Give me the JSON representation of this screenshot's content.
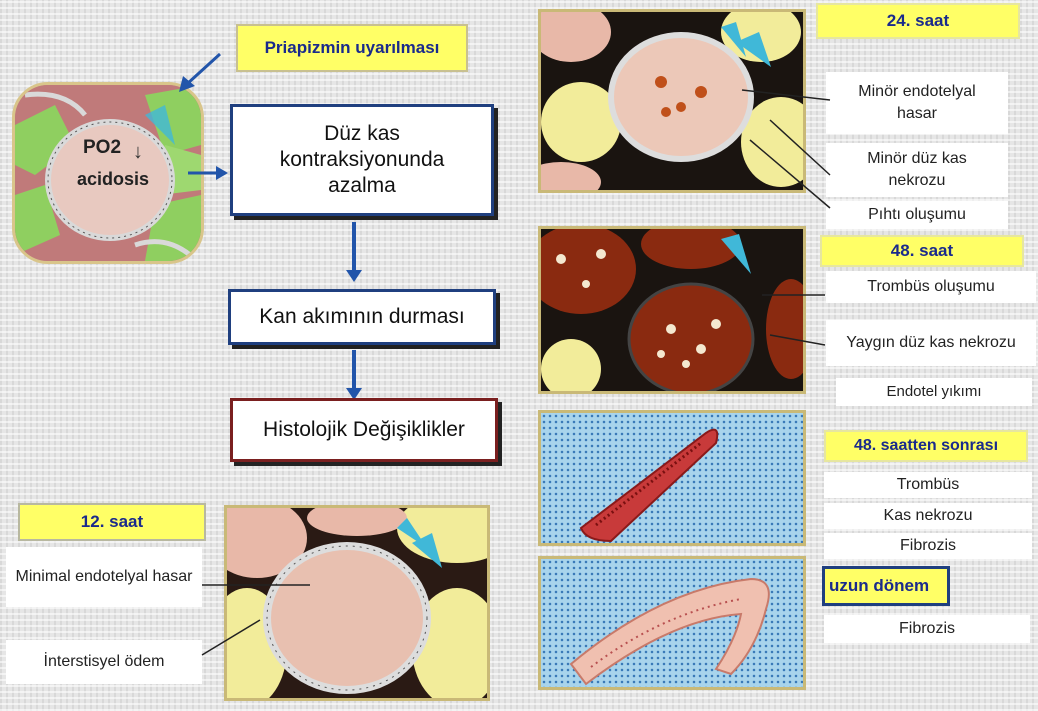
{
  "flow": {
    "title": "Priapizmin uyarılması",
    "box1": "Düz kas kontraksiyonunda azalma",
    "box2": "Kan akımının durması",
    "box3": "Histolojik Değişiklikler"
  },
  "pv_tile": {
    "line1": "PO2",
    "line2": "acidosis"
  },
  "stage_12": {
    "label": "12. saat",
    "notes": [
      "Minimal endotelyal hasar",
      "İnterstisyel ödem"
    ]
  },
  "stage_24": {
    "label": "24. saat",
    "notes": [
      "Minör endotelyal hasar",
      "Minör düz kas nekrozu",
      "Pıhtı oluşumu"
    ]
  },
  "stage_48": {
    "label": "48. saat",
    "notes": [
      "Trombüs oluşumu",
      "Yaygın düz kas nekrozu",
      "Endotel yıkımı"
    ]
  },
  "stage_after48": {
    "label": "48. saatten sonrası",
    "notes": [
      "Trombüs",
      "Kas nekrozu",
      "Fibrozis"
    ]
  },
  "stage_long": {
    "label": "uzun dönem",
    "notes": [
      "Fibrozis"
    ]
  },
  "colors": {
    "label_bg": "#ffff66",
    "label_text": "#1a2a8c",
    "flow_border": "#1f3f7f",
    "arrow": "#2255aa"
  }
}
